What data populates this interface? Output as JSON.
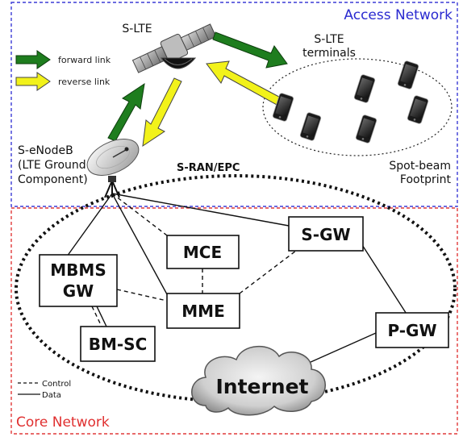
{
  "regions": {
    "access_network": "Access Network",
    "core_network": "Core Network"
  },
  "satellite_label": "S-LTE",
  "terminals_label": [
    "S-LTE",
    "terminals"
  ],
  "footprint_label": [
    "Spot-beam",
    "Footprint"
  ],
  "enodeb_label": [
    "S-eNodeB",
    "(LTE Ground",
    "Component)"
  ],
  "ran_epc_label": "S-RAN/EPC",
  "links_legend": {
    "forward": "forward link",
    "reverse": "reverse link"
  },
  "nodes": {
    "mce": "MCE",
    "sgw": "S-GW",
    "mbms_gw": [
      "MBMS",
      "GW"
    ],
    "mme": "MME",
    "pgw": "P-GW",
    "bmsc": "BM-SC"
  },
  "internet_label": "Internet",
  "line_legend": {
    "control": "Control",
    "data": "Data"
  },
  "colors": {
    "access_border": "#3b3bd6",
    "access_text": "#2a2ad0",
    "core_border": "#e03a3a",
    "core_text": "#e03030",
    "forward_arrow": "#1e7d1e",
    "reverse_arrow": "#f2f21a"
  }
}
